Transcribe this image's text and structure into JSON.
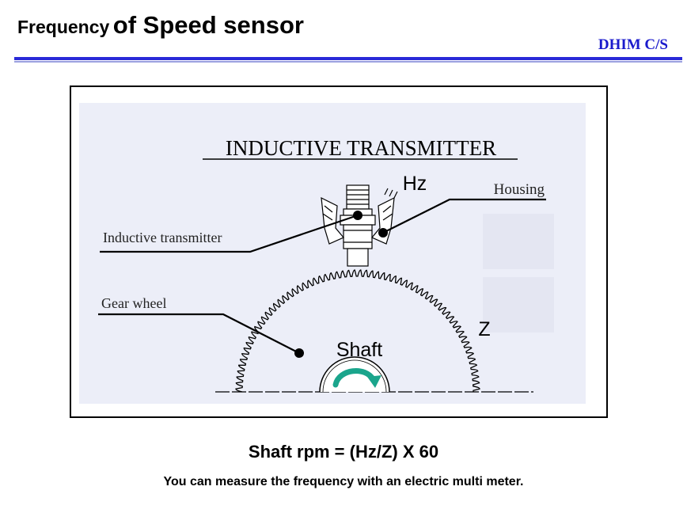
{
  "header": {
    "title_prefix": "Frequency",
    "title_main": "of Speed sensor",
    "brand": "DHIM C/S",
    "accent_color": "#2a2ad8"
  },
  "diagram": {
    "heading": "INDUCTIVE TRANSMITTER",
    "labels": {
      "hz": "Hz",
      "housing": "Housing",
      "inductive_transmitter": "Inductive transmitter",
      "gear_wheel": "Gear wheel",
      "z": "Z",
      "shaft": "Shaft"
    },
    "colors": {
      "panel": "#eceef8",
      "arrow": "#1aa58c"
    },
    "icons": [
      "rotation-arrow-icon"
    ]
  },
  "footer": {
    "formula": "Shaft rpm = (Hz/Z) X 60",
    "note": "You can measure the frequency with an electric multi meter."
  }
}
